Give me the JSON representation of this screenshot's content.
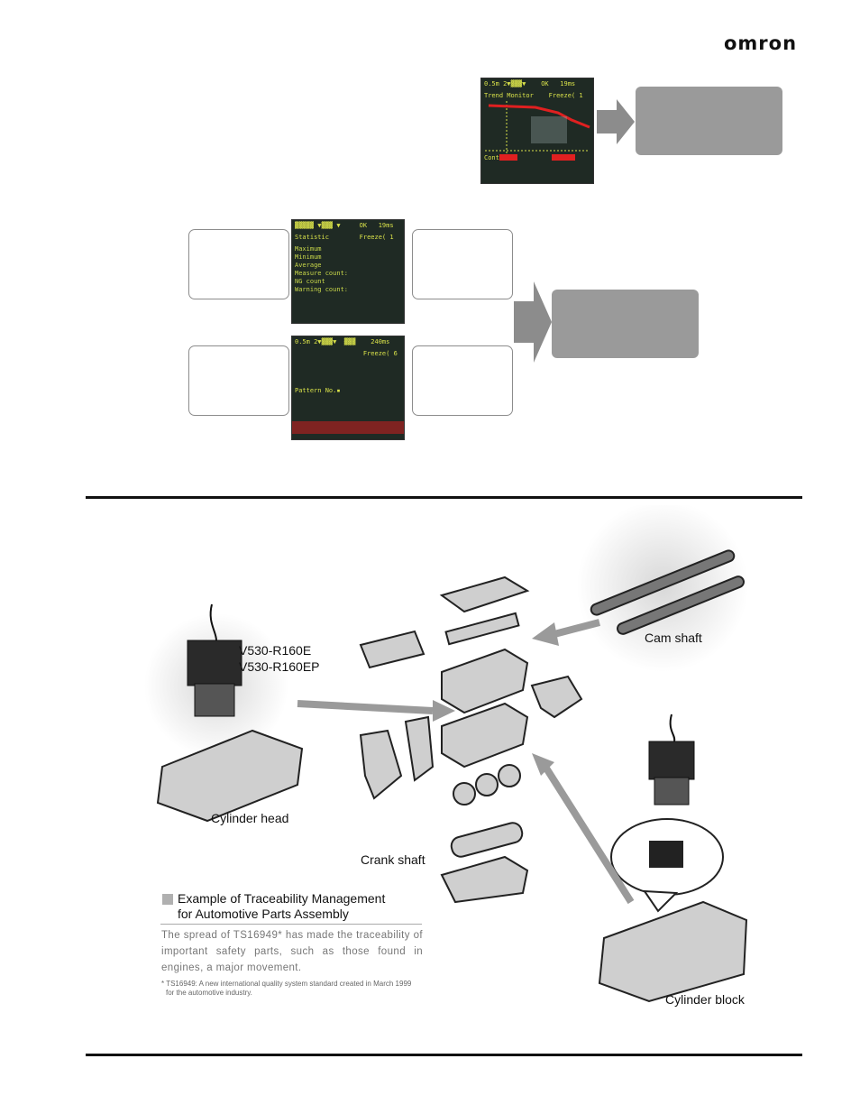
{
  "brand": {
    "logo": "omron"
  },
  "screens": {
    "trend": {
      "line1": "0.5m 2▼▓▓▓▼    OK   19ms",
      "line2": "Trend Monitor    Freeze( 1",
      "line3": "Cont"
    },
    "statistic": {
      "line1": "▓▓▓▓▓ ▼▓▓▓ ▼     OK   19ms",
      "line2": "Statistic        Freeze( 1",
      "rows": "Maximum\nMinimum\nAverage\nMeasure count:\nNG count\nWarning count:"
    },
    "pattern": {
      "line1": "0.5m 2▼▓▓▓▼  ▓▓▓    240ms",
      "line2": "                  Freeze( 6",
      "line3": "Pattern No.▪"
    }
  },
  "diagram": {
    "model_line1": "V530-R160E",
    "model_line2": "V530-R160EP",
    "cam_shaft": "Cam shaft",
    "cylinder_head": "Cylinder head",
    "crank_shaft": "Crank shaft",
    "cylinder_block": "Cylinder block"
  },
  "caption": {
    "title_line1": "Example of Traceability Management",
    "title_line2": "for Automotive Parts Assembly",
    "body": "The spread of TS16949* has made the traceability of important safety parts, such as those found in engines, a major movement.",
    "footnote_line1": "* TS16949: A new international quality system standard created in March 1999",
    "footnote_line2": "for the automotive industry."
  }
}
